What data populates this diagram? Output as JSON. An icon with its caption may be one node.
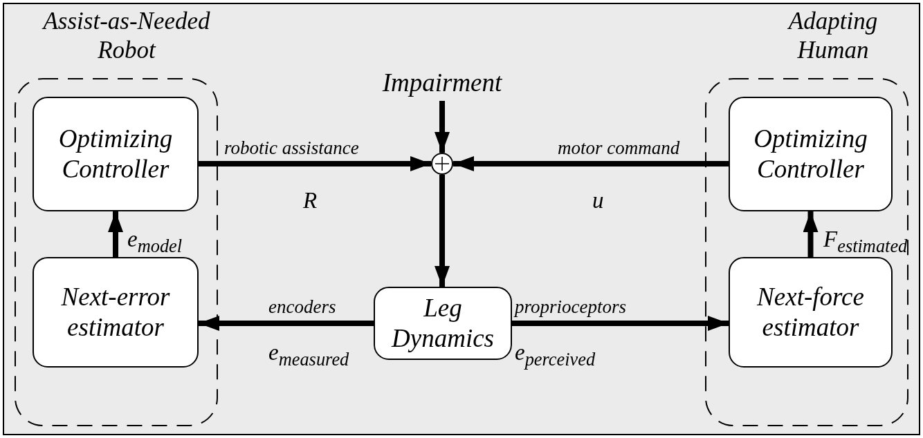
{
  "diagram": {
    "nodes": [
      {
        "text": [
          "Assist-as-Needed Robot"
        ]
      },
      {
        "text": [
          "Optimizing Controller"
        ],
        "in": 0
      },
      {
        "text": [
          "Next-error estimator"
        ],
        "in": 0
      },
      {
        "text": [
          "Adapting Human"
        ]
      },
      {
        "text": [
          "Optimizing Controller"
        ],
        "in": 3
      },
      {
        "text": [
          "Next-force estimator"
        ],
        "in": 3
      },
      {
        "text": [
          "Impairment"
        ]
      },
      {
        "text": [],
        "shape": "circle"
      },
      {
        "text": [
          "Leg Dynamics"
        ]
      }
    ],
    "edges": [
      {
        "from": 1,
        "to": 7,
        "arrow": "to",
        "label": "robotic assistance"
      },
      {
        "from": 4,
        "to": 7,
        "arrow": "to",
        "label": "motor command"
      },
      {
        "from": 6,
        "to": 7,
        "arrow": "to"
      },
      {
        "from": 7,
        "to": 8,
        "arrow": "to"
      },
      {
        "from": 8,
        "to": 2,
        "arrow": "to",
        "label": "encoders"
      },
      {
        "from": 8,
        "to": 5,
        "arrow": "to",
        "label": "proprioceptors"
      },
      {
        "from": 2,
        "to": 1,
        "arrow": "to",
        "label": "e$_{model}$"
      },
      {
        "from": 5,
        "to": 4,
        "arrow": "to",
        "label": "F$_{estimated}$"
      }
    ],
    "labels": [
      "R",
      "u",
      "e$_{measured}$",
      "e$_{perceived}$"
    ]
  }
}
